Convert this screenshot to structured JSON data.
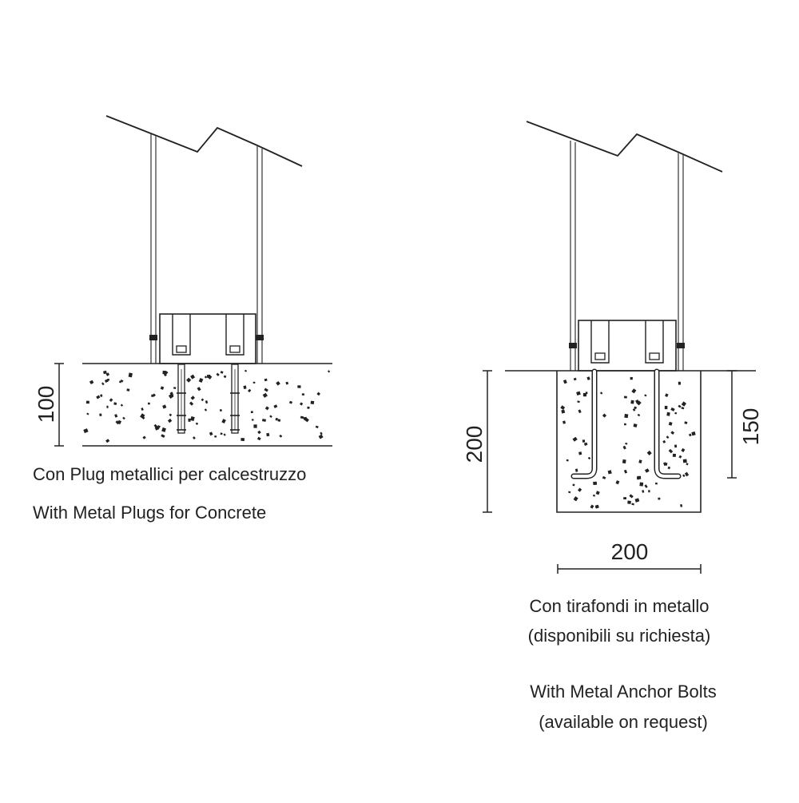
{
  "left": {
    "dim_depth": "100",
    "caption_it": "Con Plug metallici per calcestruzzo",
    "caption_en": "With Metal Plugs for Concrete"
  },
  "right": {
    "dim_total_depth": "200",
    "dim_bolt_depth": "150",
    "dim_width": "200",
    "caption_it_1": "Con tirafondi in metallo",
    "caption_it_2": "(disponibili su richiesta)",
    "caption_en_1": "With Metal Anchor Bolts",
    "caption_en_2": "(available on request)"
  },
  "colors": {
    "line": "#222222",
    "post": "#666666"
  }
}
